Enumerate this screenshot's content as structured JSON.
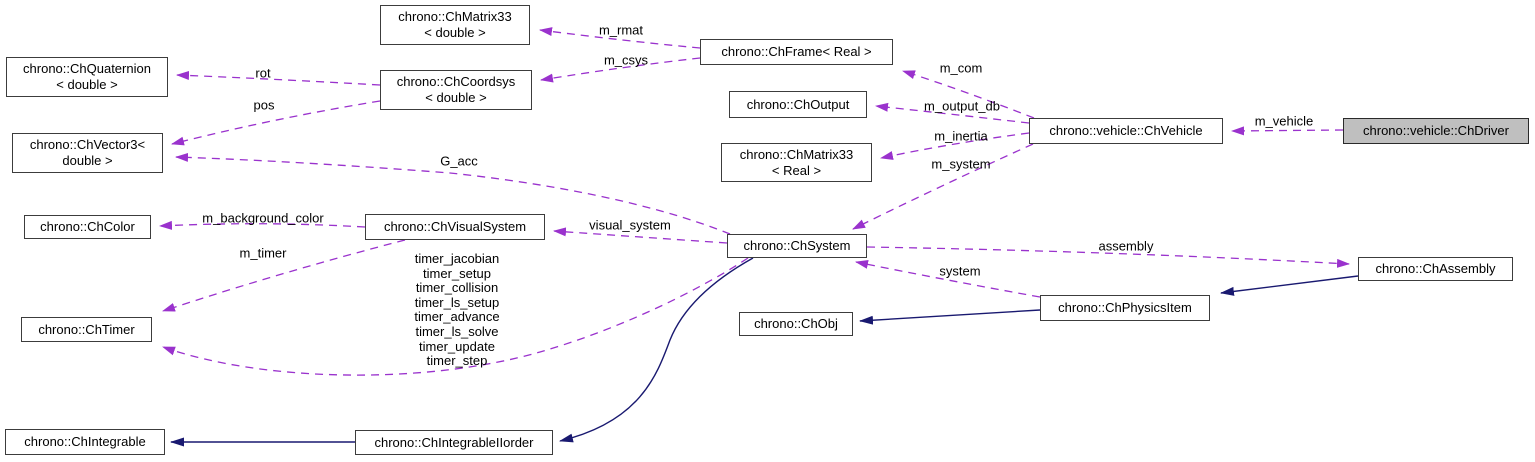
{
  "colors": {
    "usage_edge": "#9a32cd",
    "inheritance_edge": "#191970",
    "node_border": "#3c3c3c",
    "node_fill": "#ffffff",
    "selected_node_fill": "#bfbfbf"
  },
  "nodes": {
    "quaternion": {
      "label": "chrono::ChQuaternion\n< double >"
    },
    "matrix33d": {
      "label": "chrono::ChMatrix33\n< double >"
    },
    "coordsys": {
      "label": "chrono::ChCoordsys\n< double >"
    },
    "vector3": {
      "label": "chrono::ChVector3<\ndouble >"
    },
    "frame": {
      "label": "chrono::ChFrame< Real >"
    },
    "output": {
      "label": "chrono::ChOutput"
    },
    "matrix33r": {
      "label": "chrono::ChMatrix33\n< Real >"
    },
    "vehicle": {
      "label": "chrono::vehicle::ChVehicle"
    },
    "driver": {
      "label": "chrono::vehicle::ChDriver"
    },
    "color": {
      "label": "chrono::ChColor"
    },
    "visualsys": {
      "label": "chrono::ChVisualSystem"
    },
    "system": {
      "label": "chrono::ChSystem"
    },
    "timer": {
      "label": "chrono::ChTimer"
    },
    "obj": {
      "label": "chrono::ChObj"
    },
    "physics": {
      "label": "chrono::ChPhysicsItem"
    },
    "assembly": {
      "label": "chrono::ChAssembly"
    },
    "integrable": {
      "label": "chrono::ChIntegrable"
    },
    "iiorder": {
      "label": "chrono::ChIntegrableIIorder"
    }
  },
  "labels": {
    "rot": "rot",
    "pos": "pos",
    "m_rmat": "m_rmat",
    "m_csys": "m_csys",
    "g_acc": "G_acc",
    "m_com": "m_com",
    "m_output_db": "m_output_db",
    "m_inertia": "m_inertia",
    "m_system": "m_system",
    "m_vehicle": "m_vehicle",
    "m_background_color": "m_background_color",
    "visual_system": "visual_system",
    "m_timer": "m_timer",
    "timers": [
      "timer_jacobian",
      "timer_setup",
      "timer_collision",
      "timer_ls_setup",
      "timer_advance",
      "timer_ls_solve",
      "timer_update",
      "timer_step"
    ],
    "assembly": "assembly",
    "system": "system"
  }
}
